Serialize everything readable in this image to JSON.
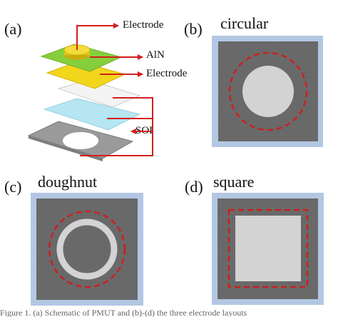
{
  "panels": {
    "a": {
      "letter": "(a)"
    },
    "b": {
      "letter": "(b)",
      "title": "circular"
    },
    "c": {
      "letter": "(c)",
      "title": "doughnut"
    },
    "d": {
      "letter": "(d)",
      "title": "square"
    }
  },
  "stack_labels": {
    "top_electrode": "Electrode",
    "aln": "AlN",
    "bottom_electrode": "Electrode",
    "soi": "SOI"
  },
  "caption_fragment": "Figure 1. (a) Schematic of PMUT and (b)-(d) the three electrode layouts",
  "colors": {
    "frame": "#b3c7e3",
    "substrate": "#686868",
    "membrane": "#d3d3d3",
    "dashed": "#cc1f1f",
    "arrow": "#d41e1e",
    "aln": "#86cf3c",
    "electrode_yellow": "#f2d61c",
    "soi_top": "#eeeeee",
    "soi_blue": "#b5e6f2",
    "base": "#9a9a9a"
  }
}
